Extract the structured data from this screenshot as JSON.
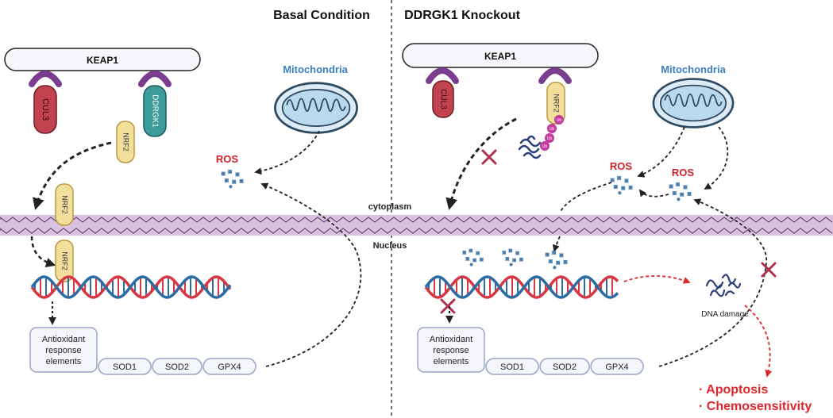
{
  "left_panel": {
    "title": "Basal Condition",
    "keap1": "KEAP1",
    "cul3": "CUL3",
    "ddrgk1": "DDRGK1",
    "nrf2_bound": "NRF2",
    "nrf2_membrane": "NRF2",
    "nrf2_nucleus": "NRF2",
    "mitochondria": "Mitochondria",
    "ros": "ROS",
    "are": [
      "Antioxidant",
      "response",
      "elements"
    ],
    "genes": [
      "SOD1",
      "SOD2",
      "GPX4"
    ]
  },
  "right_panel": {
    "title": "DDRGK1 Knockout",
    "keap1": "KEAP1",
    "cul3": "CUL3",
    "nrf2_bound": "NRF2",
    "ub": [
      "Ub",
      "Ub",
      "Ub",
      "Ub"
    ],
    "mitochondria": "Mitochondria",
    "ros_1": "ROS",
    "ros_2": "ROS",
    "are": [
      "Antioxidant",
      "response",
      "elements"
    ],
    "genes": [
      "SOD1",
      "SOD2",
      "GPX4"
    ],
    "dna_damage": "DNA damage",
    "outcomes": [
      "· Apoptosis",
      "· Chemosensitivity"
    ]
  },
  "compartments": {
    "cytoplasm": "cytoplasm",
    "nucleus": "Nucleus"
  },
  "colors": {
    "keap1_fill": "#f7f7fb",
    "hook": "#7a3d8f",
    "cul3": "#c0434f",
    "ddrgk1": "#3d9c99",
    "nrf2": "#f3df9c",
    "nrf2_stroke": "#b79a3e",
    "ros": "#d3222a",
    "mito_label": "#3a7fc1",
    "mito_fill": "#b9d9ec",
    "membrane": "#d8c2df",
    "dna_red": "#d63742",
    "dna_blue": "#2c6ca6",
    "box_stroke": "#9aa3c9",
    "box_fill": "#f5f6fb",
    "ub": "#c23c9e",
    "inhibit": "#b0314f",
    "outcome": "#e0262d"
  }
}
